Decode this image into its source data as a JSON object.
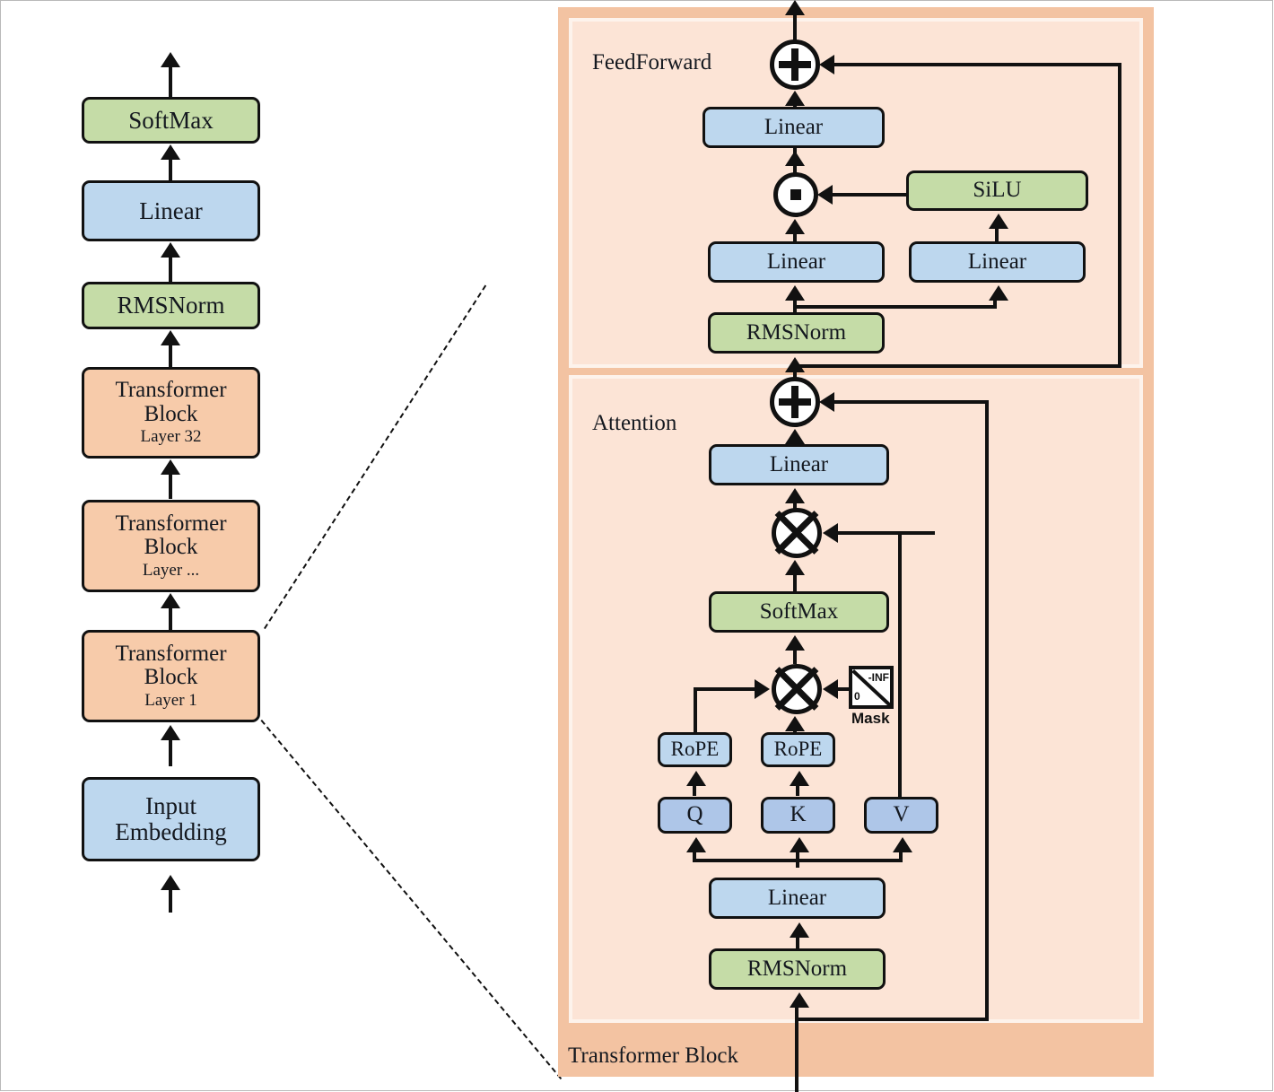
{
  "diagram": {
    "title": "Transformer (LLaMA-style) architecture diagram",
    "colors": {
      "green": "#c5dca7",
      "blue": "#bdd7ee",
      "blue_qkv": "#aec6e8",
      "orange_block": "#f7cbaa",
      "panel_outer": "#f3c3a2",
      "panel_inner": "#fce4d6",
      "stroke": "#111111"
    }
  },
  "stack": {
    "blocks": [
      {
        "label": "SoftMax",
        "sublabel": "",
        "kind": "green"
      },
      {
        "label": "Linear",
        "sublabel": "",
        "kind": "blue"
      },
      {
        "label": "RMSNorm",
        "sublabel": "",
        "kind": "green"
      },
      {
        "label": "Transformer\nBlock",
        "line1": "Transformer",
        "line2": "Block",
        "sublabel": "Layer 32",
        "kind": "orange"
      },
      {
        "label": "Transformer\nBlock",
        "line1": "Transformer",
        "line2": "Block",
        "sublabel": "Layer ...",
        "kind": "orange"
      },
      {
        "label": "Transformer\nBlock",
        "line1": "Transformer",
        "line2": "Block",
        "sublabel": "Layer 1",
        "kind": "orange"
      },
      {
        "label": "Input\nEmbedding",
        "line1": "Input",
        "line2": "Embedding",
        "sublabel": "",
        "kind": "blue"
      }
    ]
  },
  "detail": {
    "outer_label": "Transformer Block",
    "feedforward": {
      "label": "FeedForward",
      "add_op": "plus",
      "mul_op": "dot",
      "nodes": {
        "out_linear": "Linear",
        "silu": "SiLU",
        "gate_linear": "Linear",
        "up_linear": "Linear",
        "norm": "RMSNorm"
      }
    },
    "attention": {
      "label": "Attention",
      "add_op": "plus",
      "scores_op": "times",
      "context_op": "times",
      "nodes": {
        "out_linear": "Linear",
        "softmax": "SoftMax",
        "q": "Q",
        "k": "K",
        "v": "V",
        "rope_q": "RoPE",
        "rope_k": "RoPE",
        "qkv_linear": "Linear",
        "norm": "RMSNorm"
      },
      "mask": {
        "caption": "Mask",
        "upper_value": "-INF",
        "lower_value": "0"
      }
    }
  }
}
